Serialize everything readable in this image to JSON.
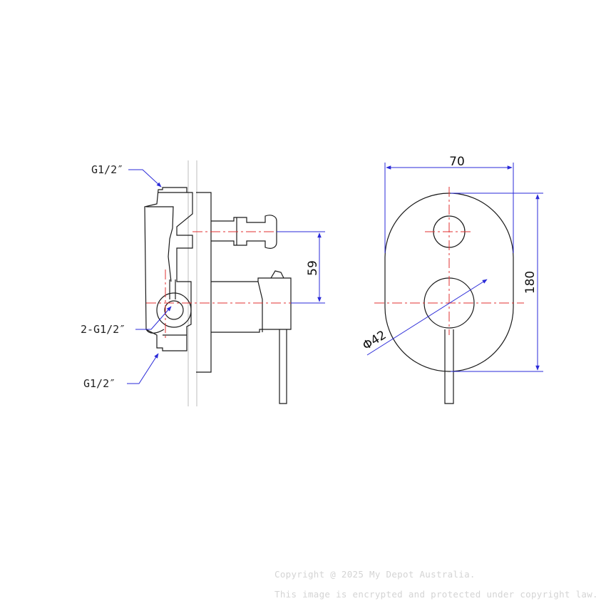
{
  "side_view": {
    "inlet_top_label": "G1/2″",
    "outlet_label": "2-G1/2″",
    "inlet_bottom_label": "G1/2″",
    "dim_vertical": "59"
  },
  "front_view": {
    "dim_width": "70",
    "dim_height": "180",
    "dim_diameter": "Φ42"
  },
  "colors": {
    "outline": "#1a1a1a",
    "dimension": "#2a2ad8",
    "centerline": "#e03030",
    "wall": "#c8c8c8",
    "watermark": "#d4d4d4"
  },
  "watermark": {
    "line1": "Copyright @ 2025 My Depot Australia.",
    "line2": "This image is encrypted and protected under copyright law."
  }
}
